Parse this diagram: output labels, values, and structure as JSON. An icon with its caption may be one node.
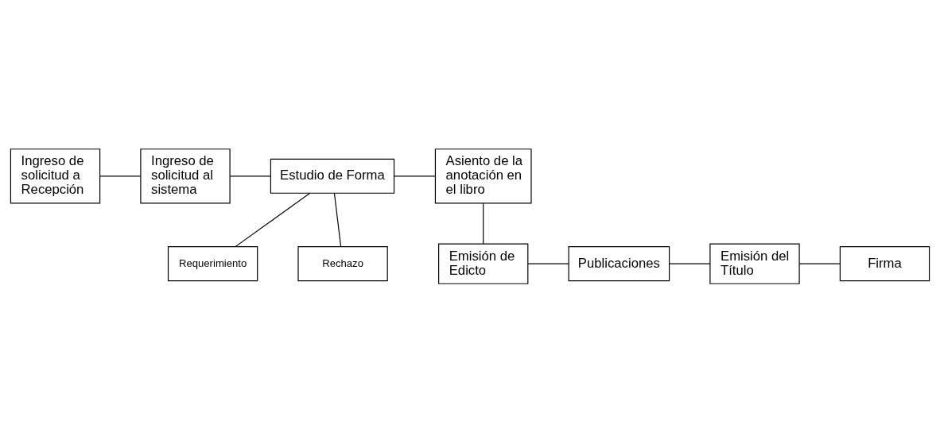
{
  "diagram": {
    "nodes": [
      {
        "text": [
          "Ingreso de solicitud a Recepción"
        ]
      },
      {
        "text": [
          "Ingreso de solicitud al sistema"
        ]
      },
      {
        "text": [
          "Estudio de Forma"
        ]
      },
      {
        "text": [
          "Asiento de la anotación en el libro"
        ]
      },
      {
        "text": [
          "Requerimiento"
        ]
      },
      {
        "text": [
          "Rechazo"
        ]
      },
      {
        "text": [
          "Emisión de Edicto"
        ]
      },
      {
        "text": [
          "Publicaciones"
        ]
      },
      {
        "text": [
          "Emisión del Título"
        ]
      },
      {
        "text": [
          "Firma"
        ]
      }
    ],
    "edges": [
      {
        "from": 0,
        "to": 1,
        "arrow": "none"
      },
      {
        "from": 1,
        "to": 2,
        "arrow": "none"
      },
      {
        "from": 2,
        "to": 3,
        "arrow": "none"
      },
      {
        "from": 2,
        "to": 4,
        "arrow": "none"
      },
      {
        "from": 2,
        "to": 5,
        "arrow": "none"
      },
      {
        "from": 3,
        "to": 6,
        "arrow": "none"
      },
      {
        "from": 6,
        "to": 7,
        "arrow": "none"
      },
      {
        "from": 7,
        "to": 8,
        "arrow": "none"
      },
      {
        "from": 8,
        "to": 9,
        "arrow": "none"
      }
    ]
  }
}
